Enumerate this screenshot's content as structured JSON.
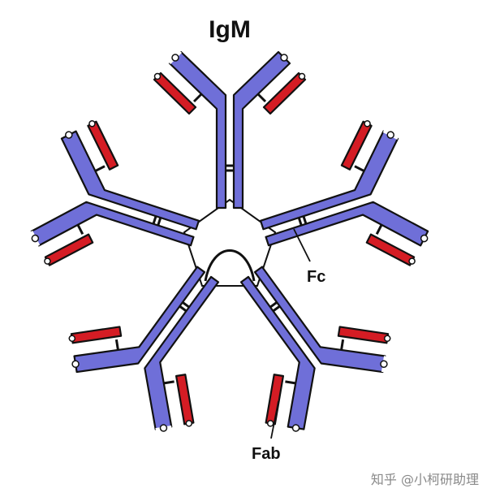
{
  "title": "IgM",
  "annotations": {
    "fc": "Fc",
    "fab": "Fab"
  },
  "watermark": "知乎 @小柯研助理",
  "colors": {
    "heavy_chain": "#6f6fd8",
    "light_chain": "#d41c24",
    "outline": "#111111",
    "background": "#ffffff"
  }
}
